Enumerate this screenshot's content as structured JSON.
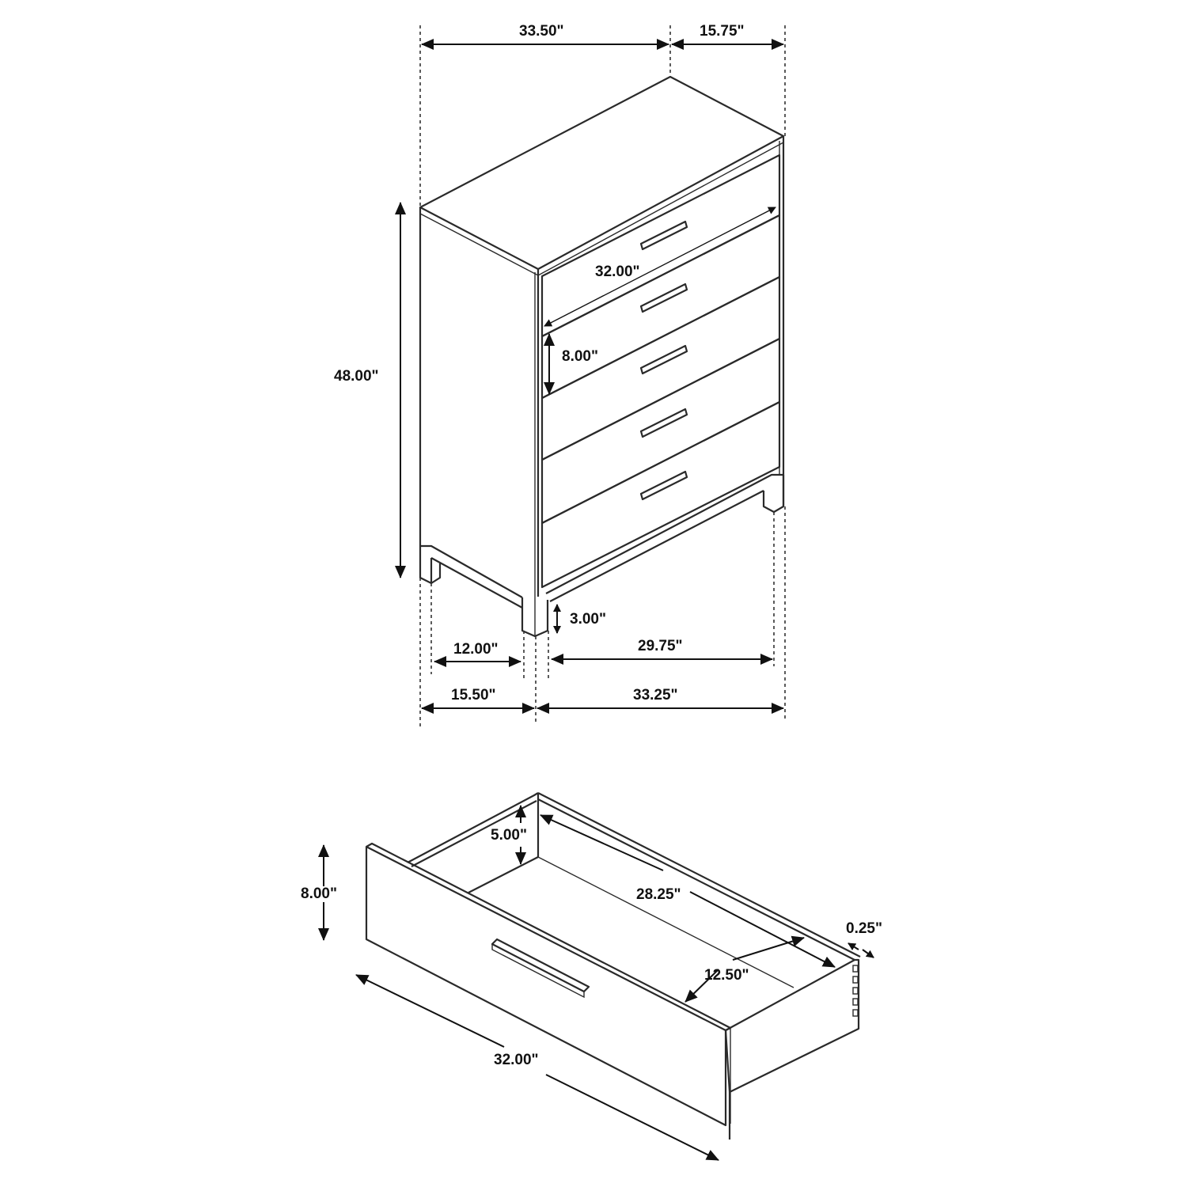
{
  "diagram": {
    "type": "furniture-dimension-drawing",
    "subject": "5-drawer chest with drawer detail",
    "line_color": "#2a2a2a",
    "background": "#ffffff"
  },
  "chest": {
    "dimensions": {
      "overall_width": "33.50\"",
      "overall_depth": "15.75\"",
      "overall_height": "48.00\"",
      "drawer_front_width": "32.00\"",
      "drawer_front_height": "8.00\"",
      "leg_height": "3.00\"",
      "leg_inner_depth": "12.00\"",
      "leg_inner_width": "29.75\"",
      "base_depth": "15.50\"",
      "base_width": "33.25\""
    },
    "drawer_count": 5
  },
  "drawer": {
    "dimensions": {
      "front_height": "8.00\"",
      "inner_depth_height": "5.00\"",
      "inner_length": "28.25\"",
      "inner_width": "12.50\"",
      "side_thickness": "0.25\"",
      "front_length": "32.00\""
    }
  }
}
